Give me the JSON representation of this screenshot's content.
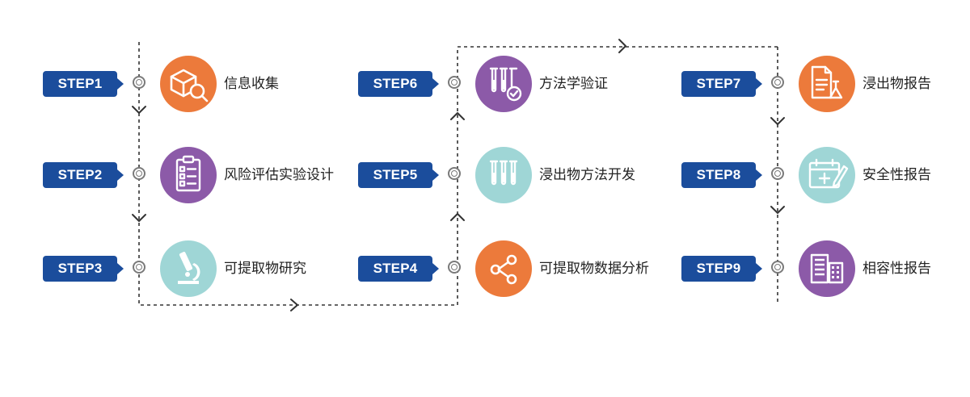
{
  "colors": {
    "badge": "#1b4d9c",
    "orange": "#ec7a3b",
    "purple": "#8c5aa8",
    "teal": "#9fd6d6",
    "connector": "#333333"
  },
  "steps": [
    {
      "badge": "STEP1",
      "label": "信息收集",
      "icon": "box-search-icon",
      "color": "orange"
    },
    {
      "badge": "STEP2",
      "label": "风险评估实验设计",
      "icon": "clipboard-checklist-icon",
      "color": "purple"
    },
    {
      "badge": "STEP3",
      "label": "可提取物研究",
      "icon": "microscope-icon",
      "color": "teal"
    },
    {
      "badge": "STEP4",
      "label": "可提取物数据分析",
      "icon": "share-nodes-icon",
      "color": "orange"
    },
    {
      "badge": "STEP5",
      "label": "浸出物方法开发",
      "icon": "test-tubes-icon",
      "color": "teal"
    },
    {
      "badge": "STEP6",
      "label": "方法学验证",
      "icon": "test-tubes-check-icon",
      "color": "purple"
    },
    {
      "badge": "STEP7",
      "label": "浸出物报告",
      "icon": "document-flask-icon",
      "color": "orange"
    },
    {
      "badge": "STEP8",
      "label": "安全性报告",
      "icon": "calendar-pen-icon",
      "color": "teal"
    },
    {
      "badge": "STEP9",
      "label": "相容性报告",
      "icon": "building-report-icon",
      "color": "purple"
    }
  ]
}
